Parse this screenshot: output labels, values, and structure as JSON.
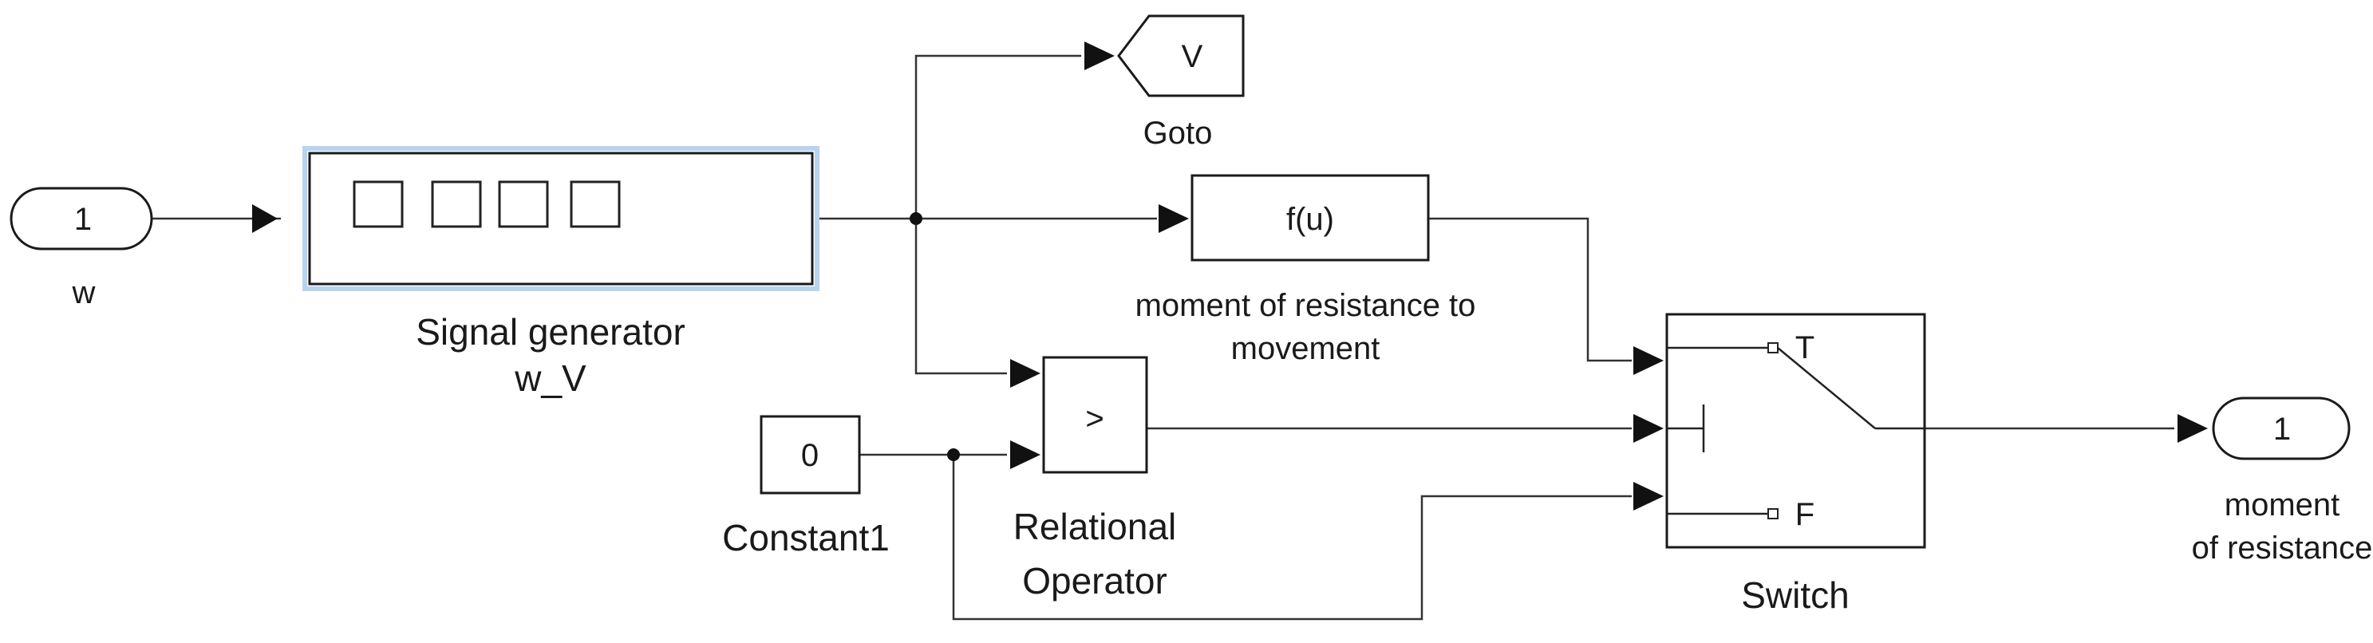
{
  "blocks": {
    "inport": {
      "number": "1",
      "label": "w"
    },
    "signal_generator": {
      "label_line1": "Signal generator",
      "label_line2": "w_V"
    },
    "goto": {
      "tag": "V",
      "label": "Goto"
    },
    "fcn": {
      "expression": "f(u)",
      "label_line1": "moment of resistance to",
      "label_line2": "movement"
    },
    "constant": {
      "value": "0",
      "label": "Constant1"
    },
    "relational": {
      "operator": ">",
      "label_line1": "Relational",
      "label_line2": "Operator"
    },
    "switch": {
      "port_true": "T",
      "port_false": "F",
      "label": "Switch"
    },
    "outport": {
      "number": "1",
      "label_line1": "moment",
      "label_line2": "of resistance"
    }
  }
}
